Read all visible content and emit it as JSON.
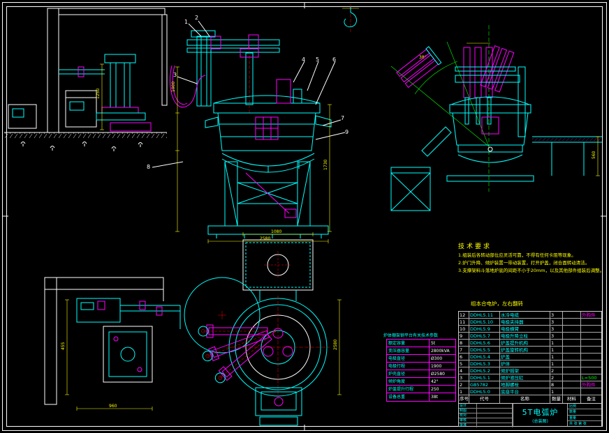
{
  "meta": {
    "bg": "#000000",
    "type": "cad-assembly-drawing"
  },
  "colors": {
    "cyan": "#00ffff",
    "magenta": "#ff00ff",
    "yellow": "#ffff00",
    "white": "#ffffff",
    "green": "#00ff00",
    "red": "#ff0000"
  },
  "tech_notes": {
    "title": "技术要求",
    "items": [
      "1.组装后各转动部位应灵活可靠，不得有任何卡阻等现象。",
      "2.炉门升降、倾炉装置一带动装置，打开炉盖，闭合面转动清洁。",
      "3.支撑架料斗落地炉底的间距不小于20mm，以及其他部件组装后调整。"
    ]
  },
  "assembly_note": "组本合电炉，左右翻转",
  "param_table": {
    "title": "炉体棚架钢平台有关技术参数",
    "rows": [
      {
        "label": "额定容量",
        "value": "5t"
      },
      {
        "label": "变压器容量",
        "value": "2800kVA"
      },
      {
        "label": "电极直径",
        "value": "Ø300"
      },
      {
        "label": "电极行程",
        "value": "1900"
      },
      {
        "label": "炉壳直径",
        "value": "Ø2580"
      },
      {
        "label": "倾炉角度",
        "value": "42°"
      },
      {
        "label": "炉盖提升行程",
        "value": "250"
      },
      {
        "label": "设备总重",
        "value": "38t"
      }
    ]
  },
  "bom": {
    "headers": [
      "序号",
      "代号",
      "名称",
      "数量",
      "材料",
      "备注"
    ],
    "rows": [
      {
        "no": "12",
        "code": "DDHL5.11",
        "name": "水冷电缆",
        "qty": "3",
        "mat": "",
        "note": "外购件",
        "note_class": "t-m"
      },
      {
        "no": "11",
        "code": "DDHL5.10",
        "name": "电极夹持器",
        "qty": "3",
        "mat": "",
        "note": "",
        "note_class": "t-m"
      },
      {
        "no": "10",
        "code": "DDHL5.9",
        "name": "电极横臂",
        "qty": "3",
        "mat": "",
        "note": "",
        "note_class": "t-m"
      },
      {
        "no": "9",
        "code": "DDHL5.7",
        "name": "电极升降立柱",
        "qty": "3",
        "mat": "",
        "note": "",
        "note_class": "t-m"
      },
      {
        "no": "8",
        "code": "DDHL5.6",
        "name": "炉盖提升机构",
        "qty": "1",
        "mat": "",
        "note": "",
        "note_class": "t-m"
      },
      {
        "no": "7",
        "code": "DDHL5.5",
        "name": "炉盖旋转机构",
        "qty": "1",
        "mat": "",
        "note": "",
        "note_class": "t-m"
      },
      {
        "no": "6",
        "code": "DDHL5.4",
        "name": "炉盖",
        "qty": "1",
        "mat": "",
        "note": "",
        "note_class": "t-m"
      },
      {
        "no": "5",
        "code": "DDHL5.3",
        "name": "炉体",
        "qty": "1",
        "mat": "",
        "note": "",
        "note_class": "t-m"
      },
      {
        "no": "4",
        "code": "DDHL5.2",
        "name": "倾炉摇架",
        "qty": "2",
        "mat": "",
        "note": "",
        "note_class": "t-m"
      },
      {
        "no": "3",
        "code": "DDHL5.1",
        "name": "倾炉液压缸",
        "qty": "2",
        "mat": "",
        "note": "L=500",
        "note_class": "t-g"
      },
      {
        "no": "2",
        "code": "GB5782",
        "name": "地脚螺栓",
        "qty": "8",
        "mat": "",
        "note": "外购件",
        "note_class": "t-m"
      },
      {
        "no": "1",
        "code": "DDHL5.0",
        "name": "底座平台",
        "qty": "1",
        "mat": "",
        "note": "",
        "note_class": "t-m"
      }
    ]
  },
  "title_block": {
    "product": "5T电弧炉",
    "subtitle": "(总装图)",
    "left_rows": [
      "设计",
      "制图",
      "校对",
      "审核",
      "批准"
    ],
    "right_rows": [
      "比例",
      "数量",
      "重量",
      "共 张 第 张"
    ]
  },
  "balloons": [
    "1",
    "2",
    "3",
    "4",
    "5",
    "6",
    "7",
    "8",
    "9"
  ],
  "dims": {
    "tl_v": "1250",
    "el_l": "1900",
    "el_r": "1730",
    "el_b": "2580",
    "bl_v": "455",
    "bl_b": "960",
    "pl_r": "2580",
    "pl_t": "1080",
    "tr_r": "560",
    "tr_a": "38°"
  }
}
